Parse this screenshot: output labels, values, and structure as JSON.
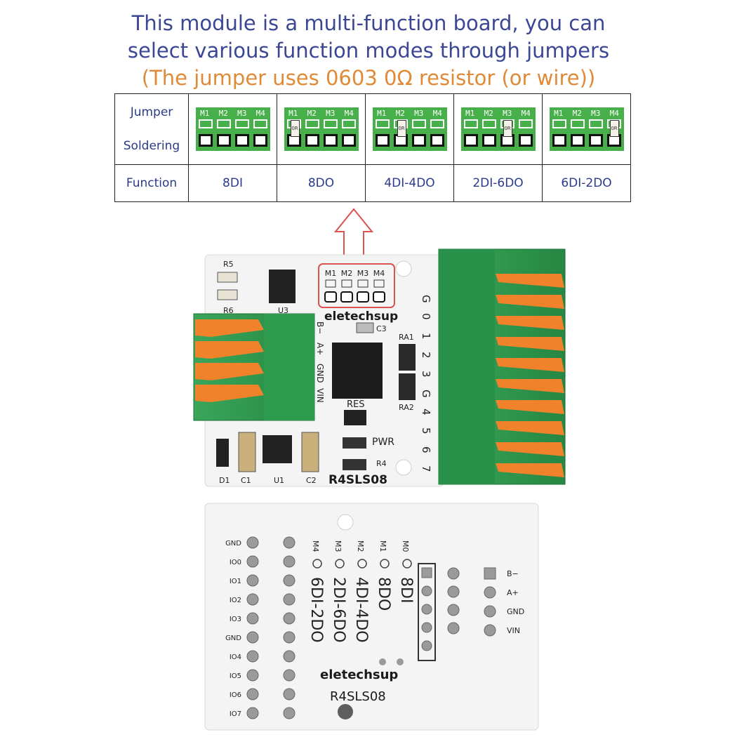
{
  "header": {
    "line1": "This module is a multi-function board, you can",
    "line2": "select various function modes through jumpers",
    "line3": "(The jumper uses 0603 0Ω resistor (or wire))"
  },
  "table": {
    "row_jumper_1": "Jumper",
    "row_jumper_2": "Soldering",
    "row_function": "Function",
    "jumper_labels": [
      "M1",
      "M2",
      "M3",
      "M4"
    ],
    "resistor_label": "0R",
    "modes": [
      "8DI",
      "8DO",
      "4DI-4DO",
      "2DI-6DO",
      "6DI-2DO"
    ]
  },
  "board_top": {
    "brand": "eletechsup",
    "model": "R4SLS08",
    "jumper_labels": [
      "M1",
      "M2",
      "M3",
      "M4"
    ],
    "components": [
      "R5",
      "R6",
      "U3",
      "C3",
      "RA1",
      "RA2",
      "RES",
      "PWR",
      "R4",
      "D1",
      "C1",
      "U1",
      "C2"
    ],
    "left_terminals": [
      "B−",
      "A+",
      "GND",
      "VIN"
    ],
    "right_terminals": [
      "G",
      "0",
      "1",
      "2",
      "3",
      "G",
      "4",
      "5",
      "6",
      "7"
    ]
  },
  "board_bottom": {
    "brand": "eletechsup",
    "model": "R4SLS08",
    "io_labels": [
      "GND",
      "IO0",
      "IO1",
      "IO2",
      "IO3",
      "GND",
      "IO4",
      "IO5",
      "IO6",
      "IO7"
    ],
    "mode_pads": [
      "M4",
      "M3",
      "M2",
      "M1",
      "M0"
    ],
    "mode_texts": [
      "6DI-2DO",
      "2DI-6DO",
      "4DI-4DO",
      "8DO",
      "8DI"
    ],
    "power_labels": [
      "B−",
      "A+",
      "GND",
      "VIN"
    ]
  },
  "colors": {
    "headline": "#3b4795",
    "note": "#e08a38",
    "pcb": "#f4f4f4",
    "terminal_green": "#2f9a4d",
    "lever_orange": "#f0822c",
    "callout_red": "#d9534f"
  }
}
